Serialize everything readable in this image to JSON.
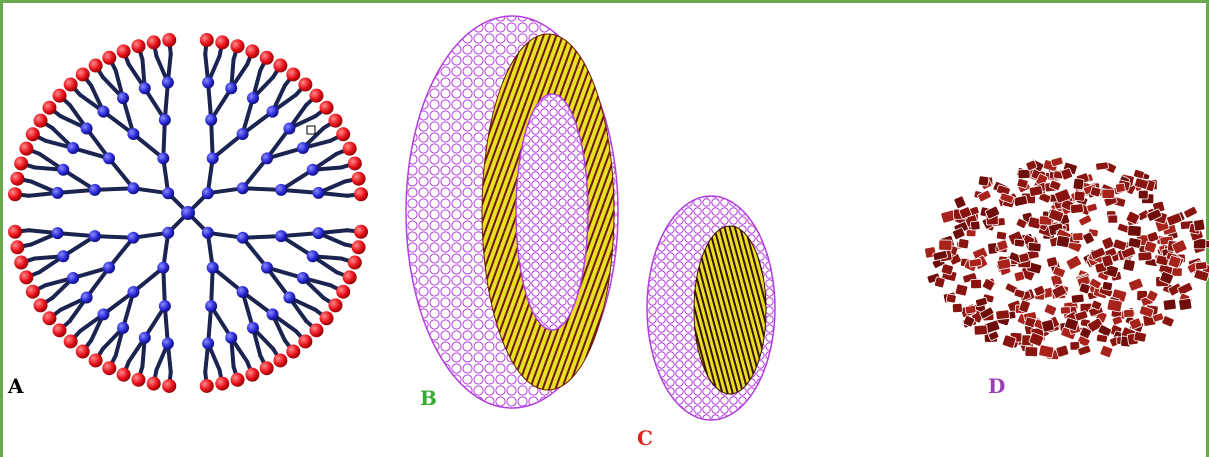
{
  "colors": {
    "frame": "#6aa84f",
    "dendrimer_branch": "#1b2350",
    "dendrimer_inner_node": "#2a2ad6",
    "dendrimer_terminal_group": "#e8101a",
    "vesicle_outline": "#b43ee0",
    "bilayer_core": "#e8e024",
    "bilayer_tail": "#6b1a0c",
    "nanoparticle": "#8a1410"
  },
  "panels": [
    {
      "id": "A",
      "label": "A",
      "label_color": "#000000",
      "depicts": "dendrimer"
    },
    {
      "id": "B",
      "label": "B",
      "label_color": "#3aaa35",
      "depicts": "liposome"
    },
    {
      "id": "C",
      "label": "C",
      "label_color": "#e02424",
      "depicts": "micelle"
    },
    {
      "id": "D",
      "label": "D",
      "label_color": "#9a3fb5",
      "depicts": "nanoparticle-cluster"
    }
  ]
}
